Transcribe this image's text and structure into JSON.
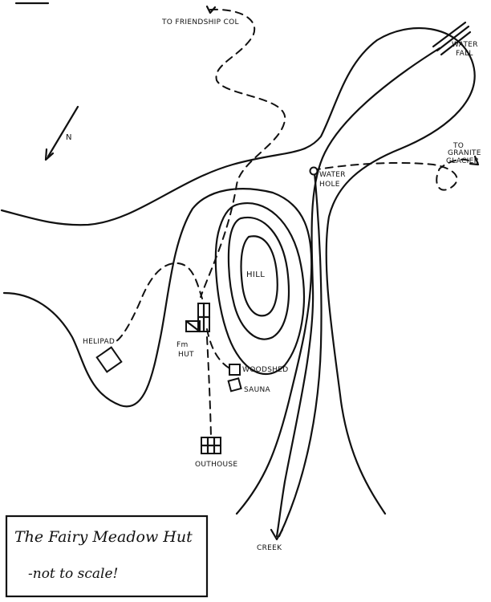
{
  "labels": {
    "friendship_col": "TO FRIENDSHIP COL",
    "waterfall_1": "WATER",
    "waterfall_2": "FALL",
    "north": "N",
    "granite_1": "TO",
    "granite_2": "GRANITE",
    "granite_3": "GLACIER",
    "water_hole_1": "WATER",
    "water_hole_2": "HOLE",
    "hill": "HILL",
    "helipad": "HELIPAD",
    "hut_1": "Fm",
    "hut_2": "HUT",
    "woodshed": "WOODSHED",
    "sauna": "SAUNA",
    "outhouse": "OUTHOUSE",
    "creek": "CREEK"
  },
  "legend": {
    "title": "The Fairy Meadow Hut",
    "subtitle": "-not to scale!"
  }
}
